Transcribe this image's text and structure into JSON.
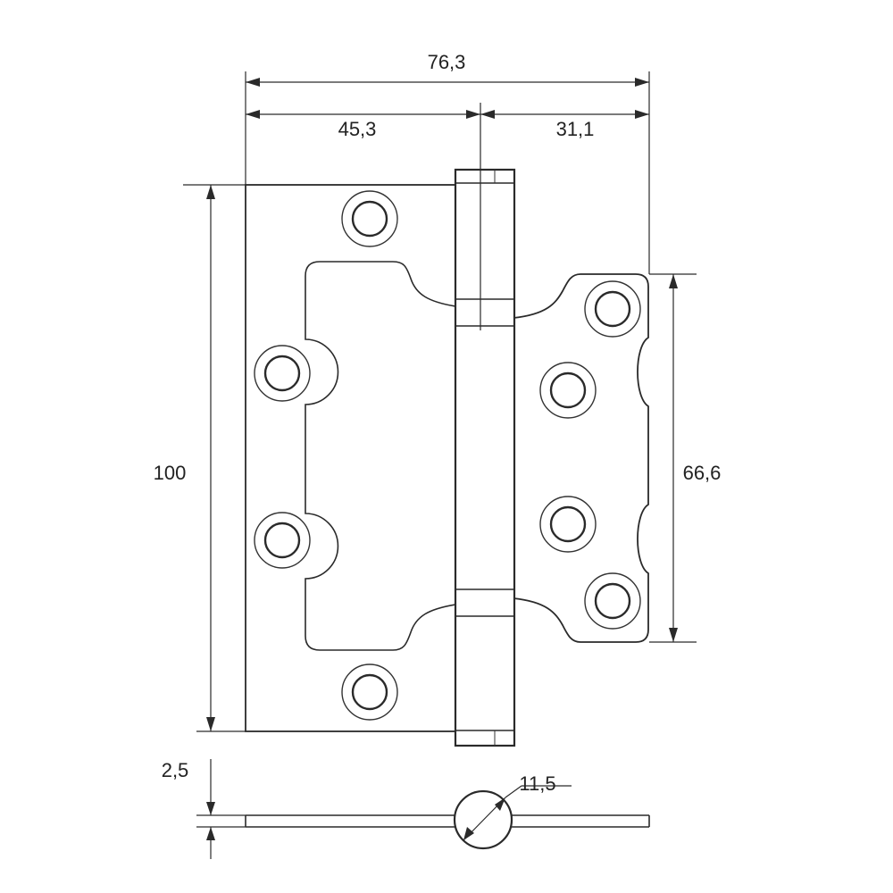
{
  "dimensions": {
    "overall_width": "76,3",
    "leaf_width_left": "45,3",
    "leaf_width_right": "31,1",
    "overall_height": "100",
    "right_leaf_height": "66,6",
    "thickness": "2,5",
    "knuckle_diameter": "11,5"
  }
}
